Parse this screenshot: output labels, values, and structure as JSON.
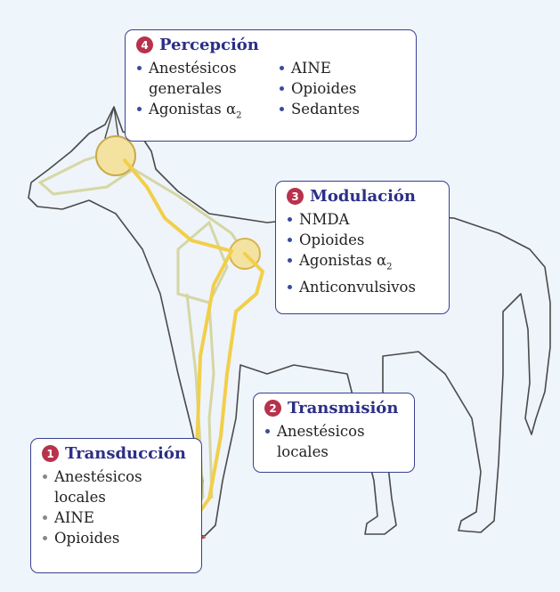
{
  "colors": {
    "box_border": "#3a3f8f",
    "title": "#2c2f86",
    "nerve": "#f2cf4a",
    "pain_burst": "#e8242b",
    "number_badge": "#b7324c"
  },
  "boxes": {
    "percepcion": {
      "number": "4",
      "title": "Percepción",
      "col1": [
        {
          "text": "Anestésicos generales"
        },
        {
          "text": "Agonistas α",
          "sub": "2"
        }
      ],
      "col2": [
        {
          "text": "AINE"
        },
        {
          "text": "Opioides"
        },
        {
          "text": "Sedantes"
        }
      ]
    },
    "modulacion": {
      "number": "3",
      "title": "Modulación",
      "items": [
        {
          "text": "NMDA"
        },
        {
          "text": "Opioides"
        },
        {
          "text": "Agonistas α",
          "sub": "2"
        },
        {
          "text": "Anticonvulsivos"
        }
      ]
    },
    "transmision": {
      "number": "2",
      "title": "Transmisión",
      "items": [
        {
          "text": "Anestésicos locales"
        }
      ]
    },
    "transduccion": {
      "number": "1",
      "title": "Transducción",
      "items": [
        {
          "text": "Anestésicos locales"
        },
        {
          "text": "AINE"
        },
        {
          "text": "Opioides"
        }
      ]
    }
  }
}
